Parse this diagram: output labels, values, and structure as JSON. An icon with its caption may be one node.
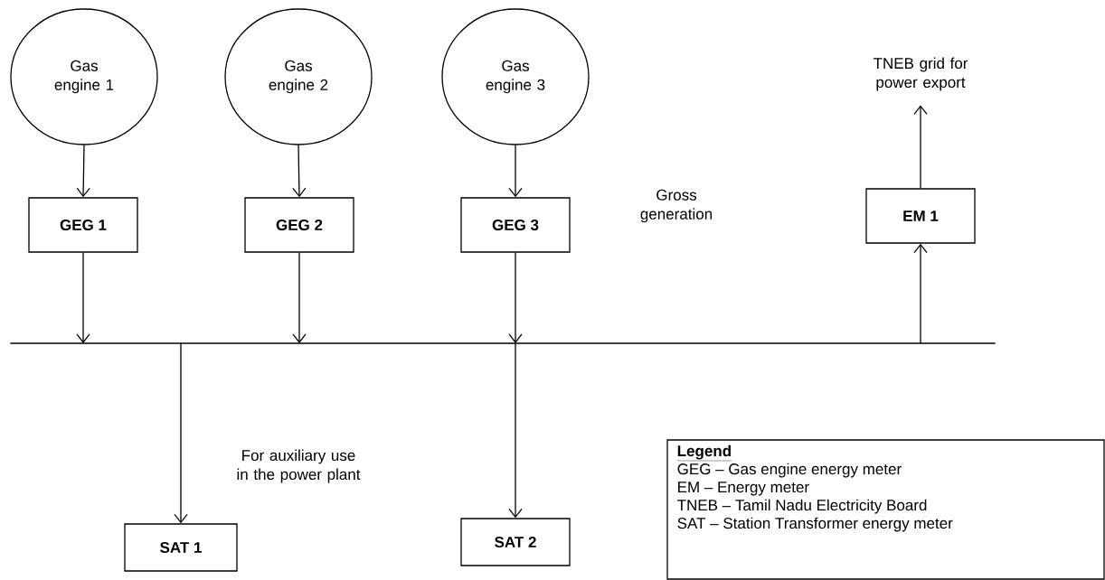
{
  "diagram": {
    "nodes": [
      {
        "text": [
          "Gas engine 1"
        ]
      },
      {
        "text": [
          "Gas engine 2"
        ]
      },
      {
        "text": [
          "Gas engine 3"
        ]
      },
      {
        "text": [
          "GEG 1"
        ]
      },
      {
        "text": [
          "GEG 2"
        ]
      },
      {
        "text": [
          "GEG 3"
        ]
      },
      {
        "text": [],
        "shape": "bar"
      },
      {
        "text": [
          "EM 1"
        ]
      },
      {
        "text": [
          "TNEB grid for power export"
        ]
      },
      {
        "text": [
          "SAT 1"
        ]
      },
      {
        "text": [
          "SAT 2"
        ]
      },
      {
        "text": [
          "Legend",
          "GEG – Gas engine energy meter",
          "EM – Energy meter",
          "TNEB – Tamil Nadu Electricity Board",
          "SAT – Station Transformer energy meter"
        ]
      }
    ],
    "edges": [
      {
        "from": 0,
        "to": 3,
        "arrow": "to"
      },
      {
        "from": 1,
        "to": 4,
        "arrow": "to"
      },
      {
        "from": 2,
        "to": 5,
        "arrow": "to"
      },
      {
        "from": 3,
        "to": 6,
        "arrow": "to"
      },
      {
        "from": 4,
        "to": 6,
        "arrow": "to"
      },
      {
        "from": 5,
        "to": 6,
        "arrow": "to"
      },
      {
        "from": 6,
        "to": 7,
        "arrow": "to"
      },
      {
        "from": 7,
        "to": 8,
        "arrow": "to"
      },
      {
        "from": 6,
        "to": 9,
        "arrow": "to"
      },
      {
        "from": 6,
        "to": 10,
        "arrow": "to"
      }
    ],
    "labels": [
      "Gross generation",
      "For auxiliary use in the power plant"
    ]
  }
}
